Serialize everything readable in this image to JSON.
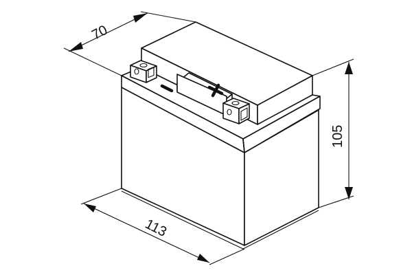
{
  "diagram": {
    "subject": "battery-isometric-dimension-drawing",
    "colors": {
      "line": "#111111",
      "background": "#ffffff"
    },
    "dimensions": {
      "depth": {
        "value": "70"
      },
      "length": {
        "value": "113"
      },
      "height": {
        "value": "105"
      }
    },
    "terminals": {
      "negative": {
        "symbol": "−"
      },
      "positive": {
        "symbol": "+"
      }
    }
  }
}
